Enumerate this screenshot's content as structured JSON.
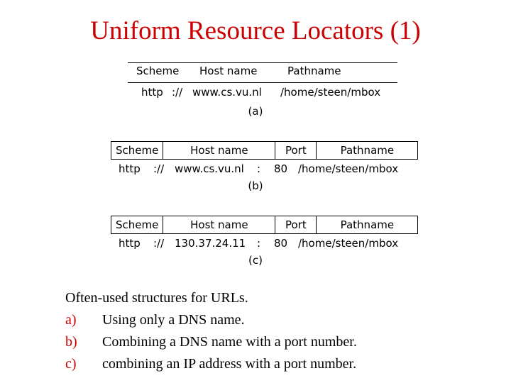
{
  "slide": {
    "title": "Uniform Resource Locators (1)",
    "title_color": "#cc0000"
  },
  "figures": [
    {
      "id": "a",
      "caption": "(a)",
      "headers": [
        "Scheme",
        "Host name",
        "Pathname"
      ],
      "values": [
        "http",
        "://",
        "www.cs.vu.nl",
        "/home/steen/mbox"
      ]
    },
    {
      "id": "b",
      "caption": "(b)",
      "headers": [
        "Scheme",
        "Host name",
        "Port",
        "Pathname"
      ],
      "values": [
        "http",
        "://",
        "www.cs.vu.nl",
        ":",
        "80",
        "/home/steen/mbox"
      ]
    },
    {
      "id": "c",
      "caption": "(c)",
      "headers": [
        "Scheme",
        "Host name",
        "Port",
        "Pathname"
      ],
      "values": [
        "http",
        "://",
        "130.37.24.11",
        ":",
        "80",
        "/home/steen/mbox"
      ]
    }
  ],
  "body": {
    "intro": "Often-used structures for URLs.",
    "items": [
      {
        "marker": "a)",
        "text": "Using only a DNS name."
      },
      {
        "marker": "b)",
        "text": "Combining a DNS name with a port number."
      },
      {
        "marker": "c)",
        "text": "combining an IP address with a port number."
      }
    ]
  }
}
